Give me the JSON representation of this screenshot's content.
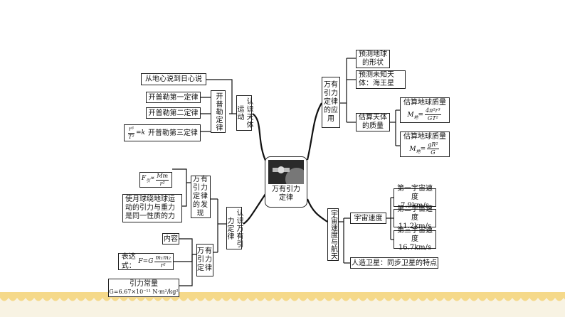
{
  "center": {
    "title": "万有引力定律"
  },
  "left_top": {
    "branch": "认识天体运动",
    "sub": "开普勒定律",
    "item_top": "从地心说到日心说",
    "law1": "开普勒第一定律",
    "law2": "开普勒第二定律",
    "law3_formula": "r³/T² = k",
    "law3_label": "开普勒第三定律"
  },
  "left_bottom": {
    "branch": "认识万有引力定律",
    "discovery": "万有引力定律的发现",
    "discovery_formula": "F引 ∝ Mm/r²",
    "discovery_note": "使月球绕地球运动的引力与重力是同一性质的力",
    "law": "万有引力定律",
    "content": "内容",
    "expression": "表达式：F=G m₁m₂/r²",
    "constant_label": "引力常量",
    "constant_value": "G=6.67×10⁻¹¹ N·m²/kg²"
  },
  "right_top": {
    "branch": "万有引力定律的应用",
    "shape": "预测地球的形状",
    "unknown": "预测未知天体：海王星",
    "mass": "估算天体的质量",
    "mass1_title": "估算地球质量",
    "mass1_formula": "M地=4π²r³/GT²",
    "mass2_title": "估算地球质量",
    "mass2_formula": "M地=gR²/G"
  },
  "right_bottom": {
    "branch": "宇宙速度与航天",
    "speed": "宇宙速度",
    "v1_label": "第一宇宙速度",
    "v1_value": "7.9km/s",
    "v2_label": "第二宇宙速度",
    "v2_value": "11.2km/s",
    "v3_label": "第三宇宙速度",
    "v3_value": "16.7km/s",
    "satellite": "人造卫星：同步卫星的特点"
  },
  "colors": {
    "band": "#f5d98a",
    "band_light": "#f8f3e3",
    "lines": "#111111"
  }
}
